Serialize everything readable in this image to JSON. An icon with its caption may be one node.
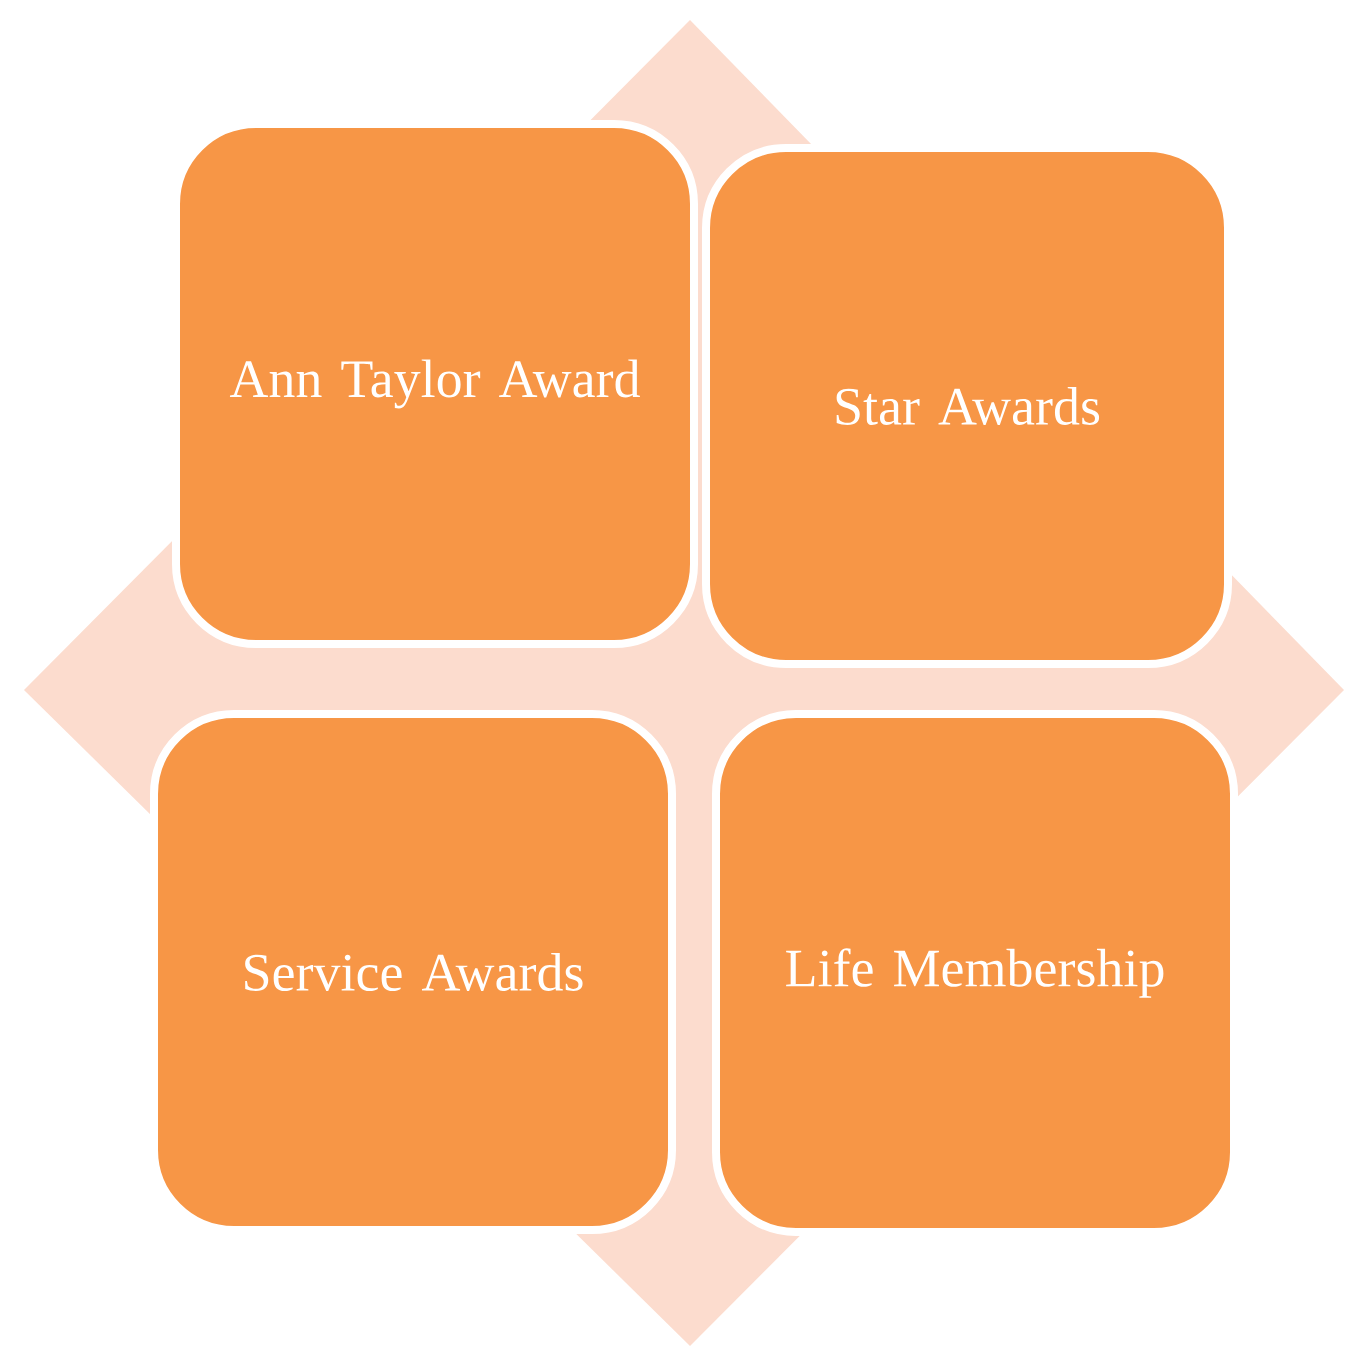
{
  "diagram": {
    "nodes": [
      {
        "text": [
          "Ann Taylor Award"
        ]
      },
      {
        "text": [
          "Star Awards"
        ]
      },
      {
        "text": [
          "Service Awards"
        ]
      },
      {
        "text": [
          "Life Membership"
        ]
      }
    ]
  }
}
